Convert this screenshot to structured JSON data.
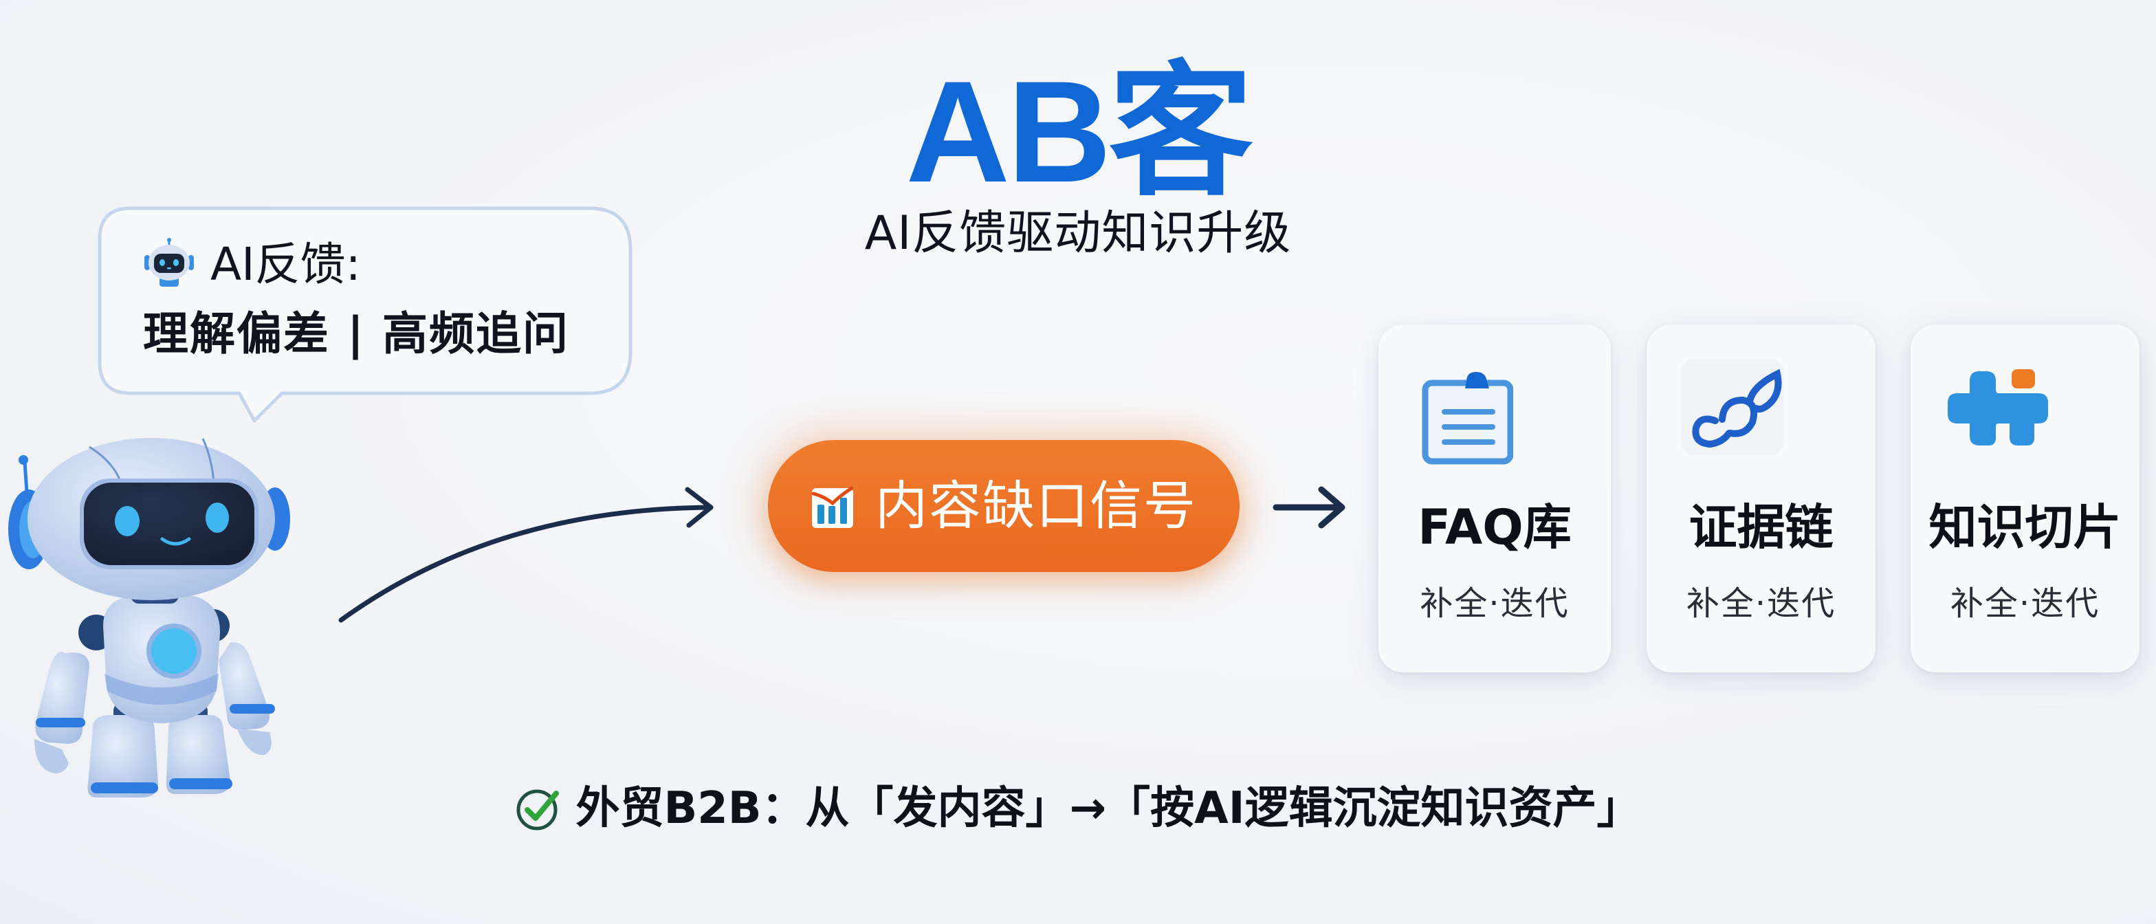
{
  "header": {
    "brand": "AB客",
    "subtitle": "AI反馈驱动知识升级"
  },
  "feedback_bubble": {
    "icon": "robot-face-icon",
    "title": "AI反馈:",
    "body": "理解偏差 | 高频追问"
  },
  "mascot": {
    "icon": "robot-mascot"
  },
  "signal": {
    "icon": "bar-chart-icon",
    "label": "内容缺口信号"
  },
  "cards": [
    {
      "icon": "clipboard-document-icon",
      "title": "FAQ库",
      "subtitle": "补全·迭代"
    },
    {
      "icon": "chain-link-icon",
      "title": "证据链",
      "subtitle": "补全·迭代"
    },
    {
      "icon": "puzzle-piece-icon",
      "title": "知识切片",
      "subtitle": "补全·迭代"
    }
  ],
  "tagline": {
    "icon": "check-circle-icon",
    "text": "外贸B2B：从「发内容」→「按AI逻辑沉淀知识资产」"
  },
  "colors": {
    "brand_blue": "#0f68d6",
    "signal_orange": "#ee7428",
    "arrow_navy": "#1c2d4b",
    "check_green": "#2ea43a",
    "background": "#f3f4f7"
  }
}
